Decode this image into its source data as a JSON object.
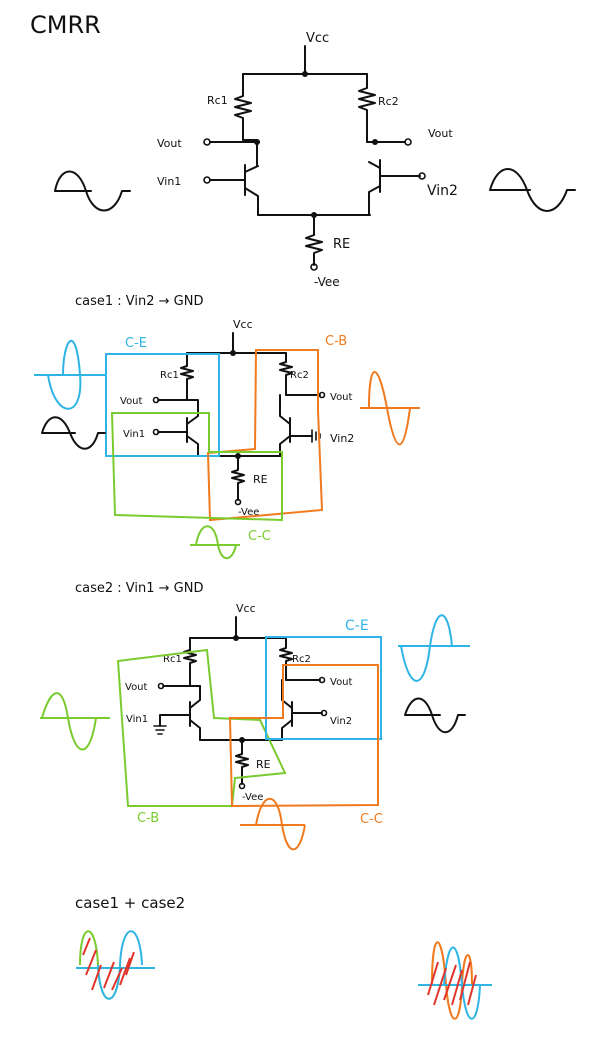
{
  "title": "CMRR",
  "colors": {
    "ink": "#111111",
    "ce": "#2fb4e6",
    "cb": "#7acb2f",
    "cc": "#f07a1e",
    "hatch": "#e0352b"
  },
  "main_circuit": {
    "vcc": "Vcc",
    "rc1": "Rc1",
    "rc2": "Rc2",
    "vout1": "Vout",
    "vout2": "Vout",
    "vin1": "Vin1",
    "vin2": "Vin2",
    "re": "RE",
    "vee": "-Vee"
  },
  "case1": {
    "heading": "case1 : Vin2 → GND",
    "vcc": "Vcc",
    "rc1": "Rc1",
    "rc2": "Rc2",
    "vout1": "Vout",
    "vout2": "Vout",
    "vin1": "Vin1",
    "vin2": "Vin2",
    "re": "RE",
    "vee": "-Vee",
    "label_ce": "C-E",
    "label_cb": "C-B",
    "label_cc": "C-C"
  },
  "case2": {
    "heading": "case2 : Vin1 → GND",
    "vcc": "Vcc",
    "rc1": "Rc1",
    "rc2": "Rc2",
    "vout1": "Vout",
    "vout2": "Vout",
    "vin1": "Vin1",
    "vin2": "Vin2",
    "re": "RE",
    "vee": "-Vee",
    "label_ce": "C-E",
    "label_cb": "C-B",
    "label_cc": "C-C"
  },
  "summary": {
    "heading": "case1 + case2"
  }
}
